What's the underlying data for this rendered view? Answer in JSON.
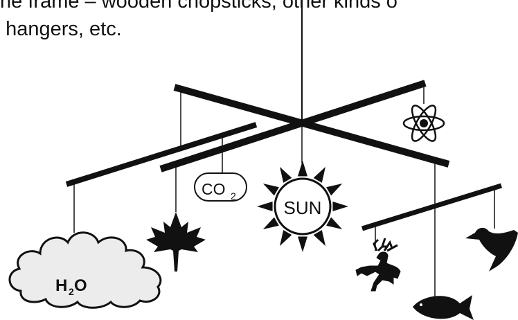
{
  "caption": {
    "line1": "the frame – wooden chopsticks, other kinds o",
    "line2": ", hangers, etc."
  },
  "mobile": {
    "co2": {
      "main": "CO",
      "sub": "2"
    },
    "sun": "SUN",
    "h2o": {
      "h": "H",
      "sub": "2",
      "o": "O"
    }
  },
  "colors": {
    "ink": "#111111",
    "cloud_fill": "#ececec",
    "background": "#ffffff"
  },
  "icons": [
    "atom-icon",
    "maple-leaf-icon",
    "sun-icon",
    "cloud-icon",
    "deer-icon",
    "fish-icon",
    "duck-icon"
  ]
}
